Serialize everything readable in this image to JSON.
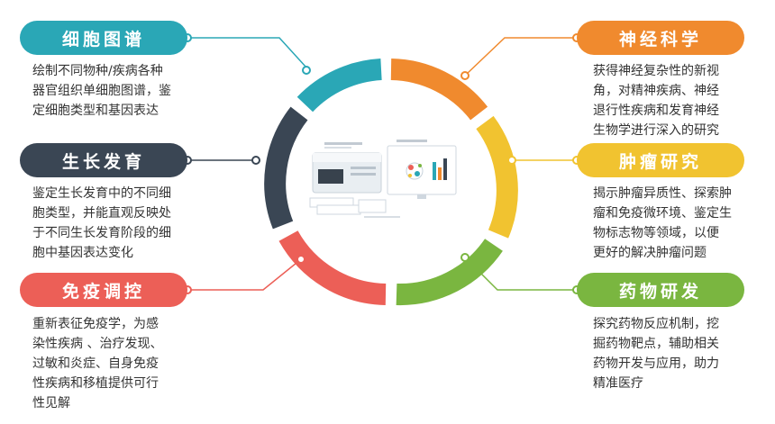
{
  "colors": {
    "teal": "#2aa7b6",
    "slate": "#3a4654",
    "red": "#ec5f57",
    "orange": "#f08a2e",
    "yellow": "#f1c330",
    "green": "#7ab640"
  },
  "left": [
    {
      "title": "细胞图谱",
      "color": "#2aa7b6",
      "lines": [
        "绘制不同物种/疾病各种",
        "器官组织单细胞图谱，鉴",
        "定细胞类型和基因表达"
      ]
    },
    {
      "title": "生长发育",
      "color": "#3a4654",
      "lines": [
        "鉴定生长发育中的不同细",
        "胞类型，并能直观反映处",
        "于不同生长发育阶段的细",
        "胞中基因表达变化"
      ]
    },
    {
      "title": "免疫调控",
      "color": "#ec5f57",
      "lines": [
        "重新表征免疫学，为感",
        "染性疾病 、治疗发现、",
        "过敏和炎症、自身免疫",
        "性疾病和移植提供可行",
        "性见解"
      ]
    }
  ],
  "right": [
    {
      "title": "神经科学",
      "color": "#f08a2e",
      "lines": [
        "获得神经复杂性的新视",
        "角，对精神疾病、神经",
        "退行性疾病和发育神经",
        "生物学进行深入的研究"
      ]
    },
    {
      "title": "肿瘤研究",
      "color": "#f1c330",
      "lines": [
        "揭示肿瘤异质性、探索肿",
        "瘤和免疫微环境、鉴定生",
        "物标志物等领域，以便",
        "更好的解决肿瘤问题"
      ]
    },
    {
      "title": "药物研发",
      "color": "#7ab640",
      "lines": [
        "探究药物反应机制，挖",
        "掘药物靶点，辅助相关",
        "药物开发与应用，助力",
        "精准医疗"
      ]
    }
  ],
  "center": {
    "icon": "product-illustration",
    "segments": [
      "teal",
      "orange",
      "yellow",
      "green",
      "red",
      "slate"
    ]
  }
}
